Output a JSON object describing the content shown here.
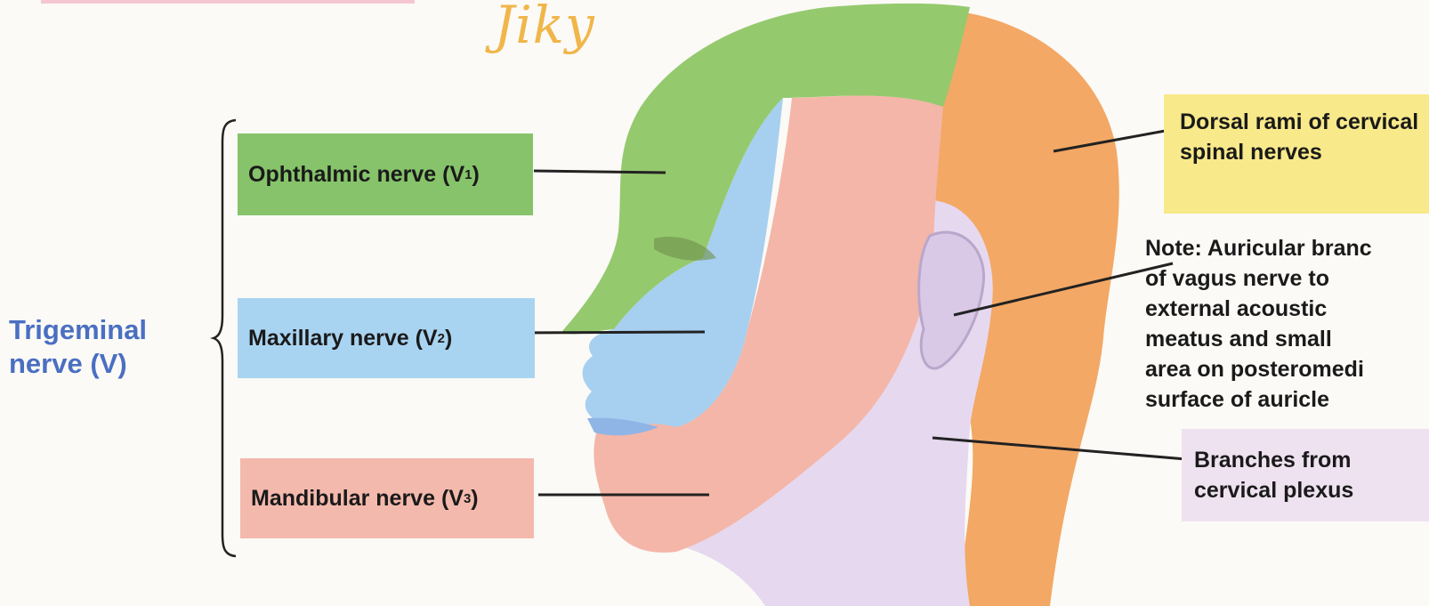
{
  "watermark": "Jiky",
  "left_group": {
    "title_line1": "Trigeminal",
    "title_line2": "nerve (V)"
  },
  "labels": {
    "v1": {
      "name": "Ophthalmic nerve (V",
      "sub": "1",
      "close": ")"
    },
    "v2": {
      "name": "Maxillary nerve (V",
      "sub": "2",
      "close": ")"
    },
    "v3": {
      "name": "Mandibular nerve (V",
      "sub": "3",
      "close": ")"
    }
  },
  "right_labels": {
    "dorsal": "Dorsal rami of cervical spinal nerves",
    "note": "Note: Auricular branc\nof vagus nerve to\nexternal acoustic\nmeatus and small\narea on posteromedi\nsurface of auricle",
    "cervical": "Branches from\ncervical plexus"
  },
  "colors": {
    "ophthalmic": "#8cc56e",
    "maxillary": "#a4cdee",
    "mandibular": "#f4b3a5",
    "dorsal_rami": "#f5a45a",
    "cervical_plexus": "#e4d6ec",
    "trigeminal_text": "#4a6fc2"
  }
}
